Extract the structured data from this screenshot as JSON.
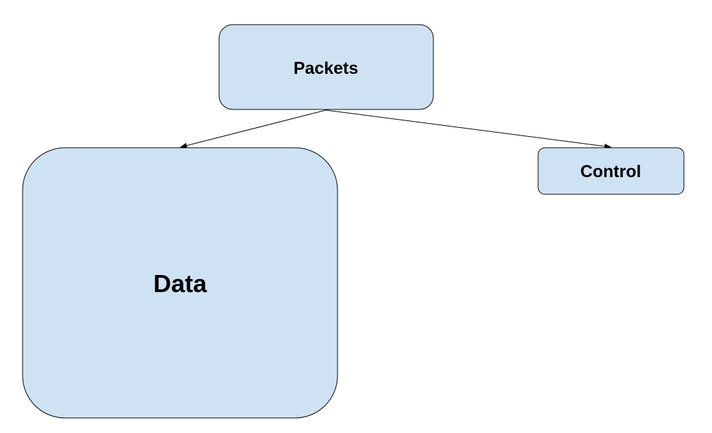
{
  "diagram": {
    "node_fill": "#cfe2f3",
    "node_stroke": "#000000",
    "edge_color": "#000000",
    "nodes": {
      "packets": {
        "label": "Packets"
      },
      "data": {
        "label": "Data"
      },
      "control": {
        "label": "Control"
      }
    },
    "edges": [
      {
        "from": "Packets",
        "to": "Data"
      },
      {
        "from": "Packets",
        "to": "Control"
      }
    ]
  }
}
